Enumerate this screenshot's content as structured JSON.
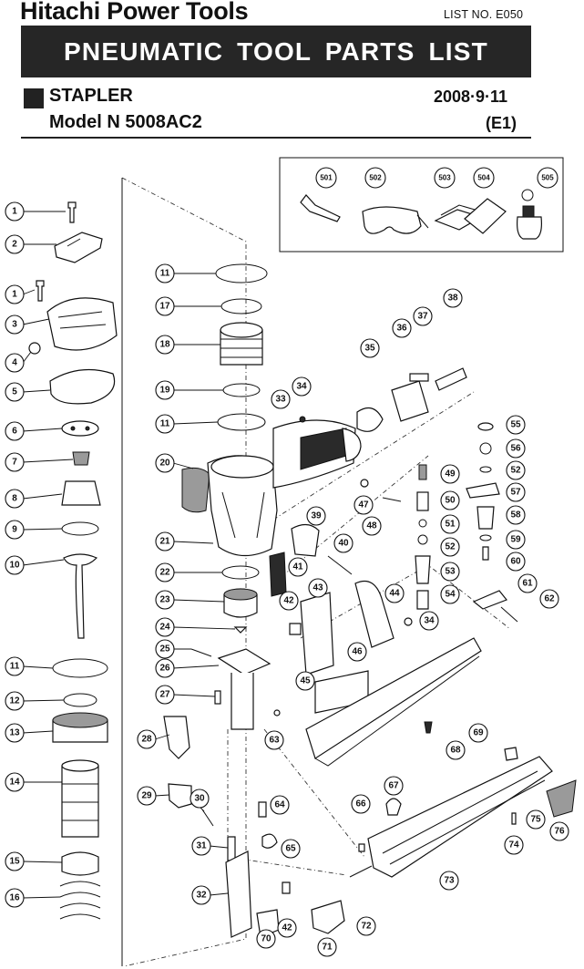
{
  "header": {
    "brand": "Hitachi Power Tools",
    "list_no": "LIST NO. E050",
    "banner": "PNEUMATIC TOOL PARTS LIST",
    "product": "STAPLER",
    "date": "2008·9·11",
    "model": "Model N 5008AC2",
    "code": "(E1)"
  },
  "accessories_box": {
    "items": [
      "501",
      "502",
      "503",
      "504",
      "505"
    ]
  },
  "callouts": [
    "1",
    "2",
    "1",
    "3",
    "4",
    "5",
    "6",
    "7",
    "8",
    "9",
    "10",
    "11",
    "12",
    "13",
    "14",
    "15",
    "16",
    "11",
    "17",
    "18",
    "19",
    "11",
    "20",
    "21",
    "22",
    "23",
    "24",
    "25",
    "26",
    "27",
    "28",
    "29",
    "30",
    "31",
    "32",
    "33",
    "34",
    "35",
    "36",
    "37",
    "38",
    "39",
    "40",
    "41",
    "42",
    "43",
    "44",
    "45",
    "46",
    "47",
    "48",
    "49",
    "50",
    "51",
    "52",
    "53",
    "54",
    "55",
    "56",
    "52",
    "57",
    "58",
    "59",
    "60",
    "61",
    "62",
    "34",
    "63",
    "64",
    "65",
    "42",
    "70",
    "71",
    "72",
    "66",
    "67",
    "68",
    "69",
    "73",
    "74",
    "75",
    "76"
  ]
}
